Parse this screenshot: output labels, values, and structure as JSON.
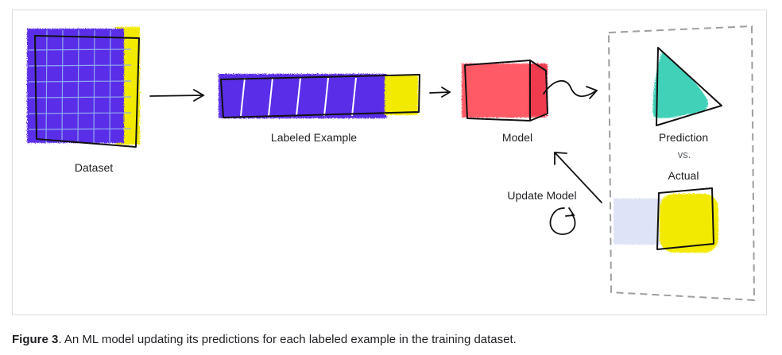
{
  "labels": {
    "dataset": "Dataset",
    "labeled_example": "Labeled Example",
    "model": "Model",
    "prediction": "Prediction",
    "vs": "vs.",
    "actual": "Actual",
    "update_model": "Update Model"
  },
  "caption": {
    "figure_label": "Figure 3",
    "text": ". An ML model updating its predictions for each labeled example in the training dataset."
  },
  "colors": {
    "dataset_purple": "#5a2ee8",
    "grid_line": "#8fa8ee",
    "label_yellow": "#f2ea00",
    "model_red": "#ff5a66",
    "model_red_dark": "#f03a50",
    "prediction_teal": "#3fd1b8",
    "actual_faded": "#dfe3f7",
    "ink": "#111111",
    "dash_border": "#9e9e9e"
  }
}
